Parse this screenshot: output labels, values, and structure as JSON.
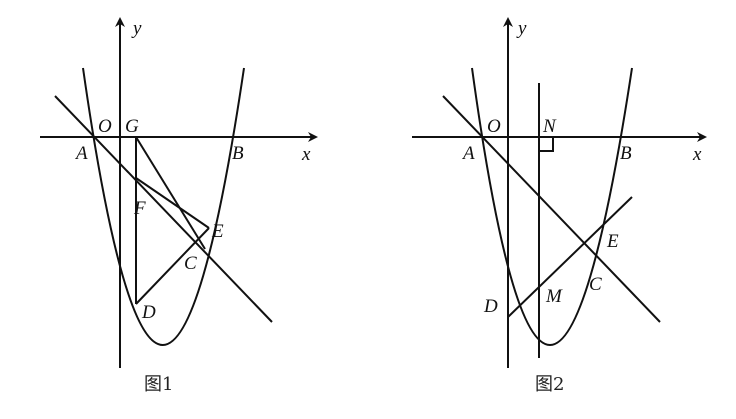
{
  "figure1": {
    "caption": "图1",
    "labels": {
      "y": "y",
      "x": "x",
      "O": "O",
      "G": "G",
      "A": "A",
      "B": "B",
      "F": "F",
      "E": "E",
      "C": "C",
      "D": "D"
    }
  },
  "figure2": {
    "caption": "图2",
    "labels": {
      "y": "y",
      "x": "x",
      "O": "O",
      "N": "N",
      "A": "A",
      "B": "B",
      "E": "E",
      "C": "C",
      "M": "M",
      "D": "D"
    }
  }
}
